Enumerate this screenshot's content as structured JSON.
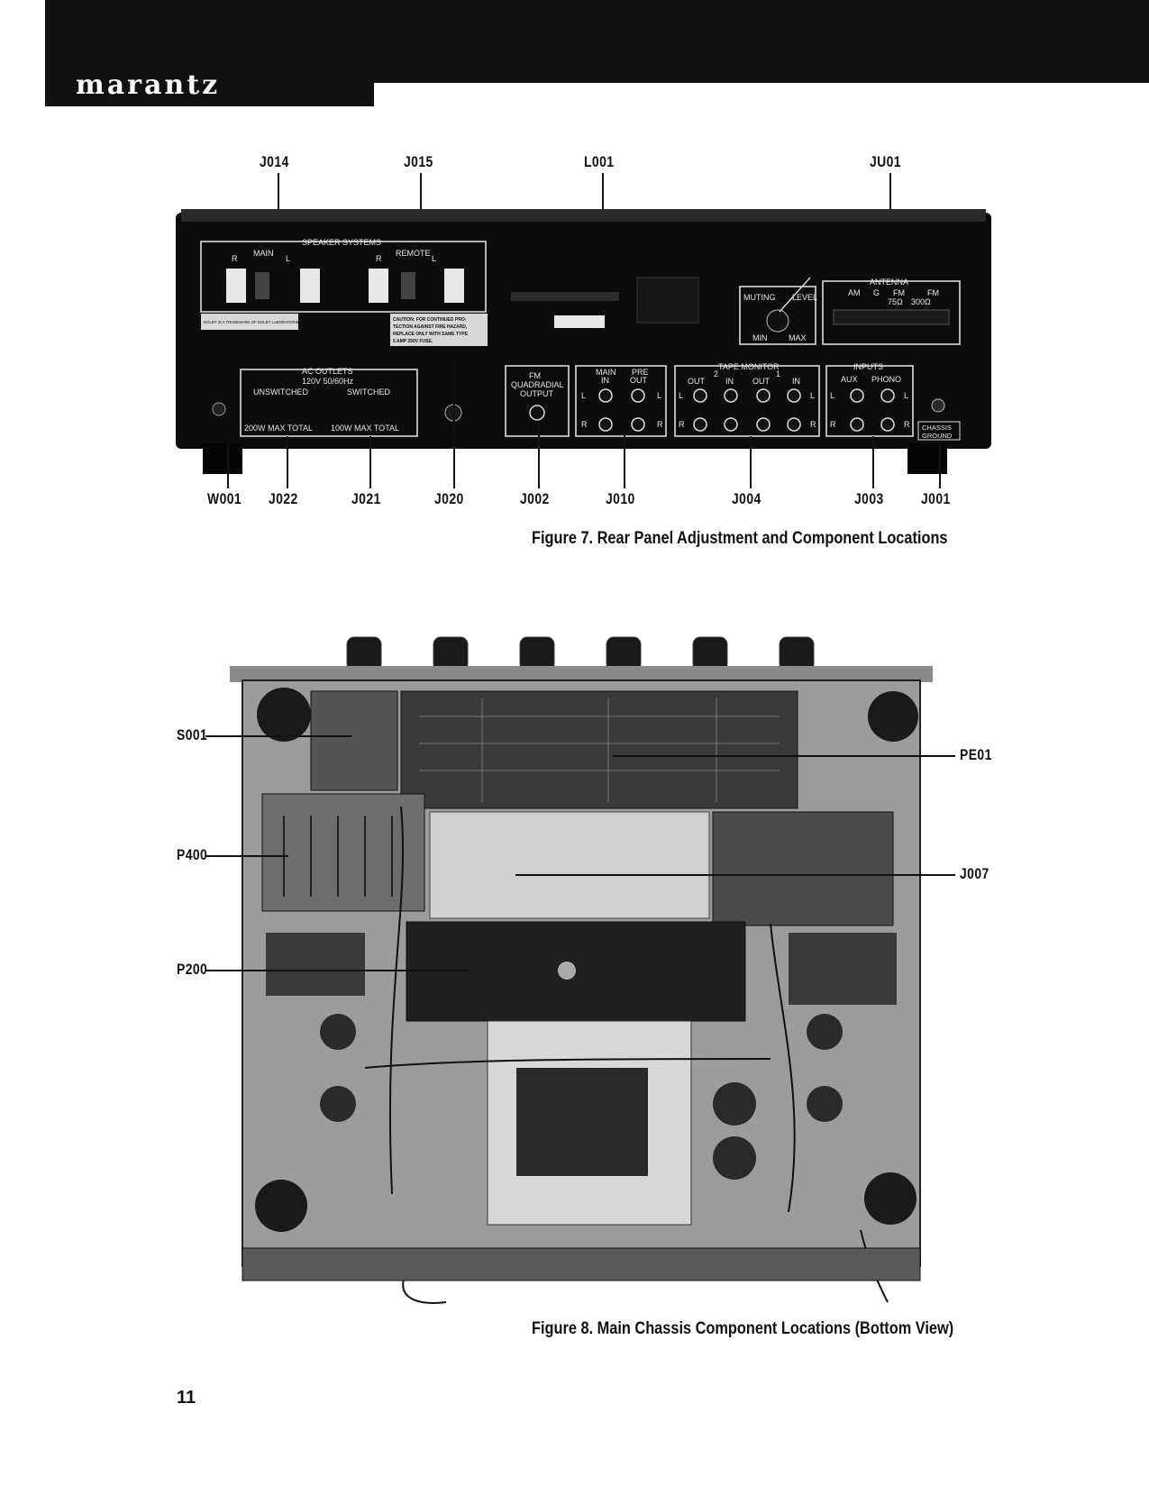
{
  "header": {
    "brand": "marantz"
  },
  "figure7": {
    "caption": "Figure 7. Rear Panel Adjustment and Component Locations",
    "callouts_top": [
      "J014",
      "J015",
      "L001",
      "JU01"
    ],
    "callouts_bottom": [
      "W001",
      "J022",
      "J021",
      "J020",
      "J002",
      "J010",
      "J004",
      "J003",
      "J001"
    ],
    "panel": {
      "speaker_systems": "SPEAKER SYSTEMS",
      "main": "MAIN",
      "remote": "REMOTE",
      "r": "R",
      "l": "L",
      "trademark": "DOLBY IS A TRADEMARK OF DOLBY LABORATORIES, INC.",
      "caution_1": "CAUTION: FOR CONTINUED PRO-",
      "caution_2": "TECTION AGAINST FIRE HAZARD,",
      "caution_3": "REPLACE ONLY WITH SAME TYPE",
      "caution_4": "5 AMP 250V FUSE.",
      "muting": "MUTING",
      "level": "LEVEL",
      "min": "MIN",
      "max": "MAX",
      "antenna": "ANTENNA",
      "am": "AM",
      "g": "G",
      "fm": "FM",
      "fm2": "FM",
      "ohm75": "75Ω",
      "ohm300": "300Ω",
      "ac_outlets": "AC OUTLETS",
      "voltage": "120V 50/60Hz",
      "unswitched": "UNSWITCHED",
      "switched": "SWITCHED",
      "max200": "200W MAX TOTAL",
      "max100": "100W MAX TOTAL",
      "fm_quad_1": "FM",
      "fm_quad_2": "QUADRADIAL",
      "fm_quad_3": "OUTPUT",
      "main_in_1": "MAIN",
      "main_in_2": "IN",
      "pre_out_1": "PRE",
      "pre_out_2": "OUT",
      "tape_monitor": "TAPE MONITOR",
      "two": "2",
      "one": "1",
      "out": "OUT",
      "in": "IN",
      "inputs": "INPUTS",
      "aux": "AUX",
      "phono": "PHONO",
      "chassis_ground_1": "CHASSIS",
      "chassis_ground_2": "GROUND"
    }
  },
  "figure8": {
    "caption": "Figure 8. Main Chassis Component Locations (Bottom View)",
    "callouts_left": [
      "S001",
      "P400",
      "P200"
    ],
    "callouts_right": [
      "PE01",
      "J007"
    ]
  },
  "page_number": "11"
}
